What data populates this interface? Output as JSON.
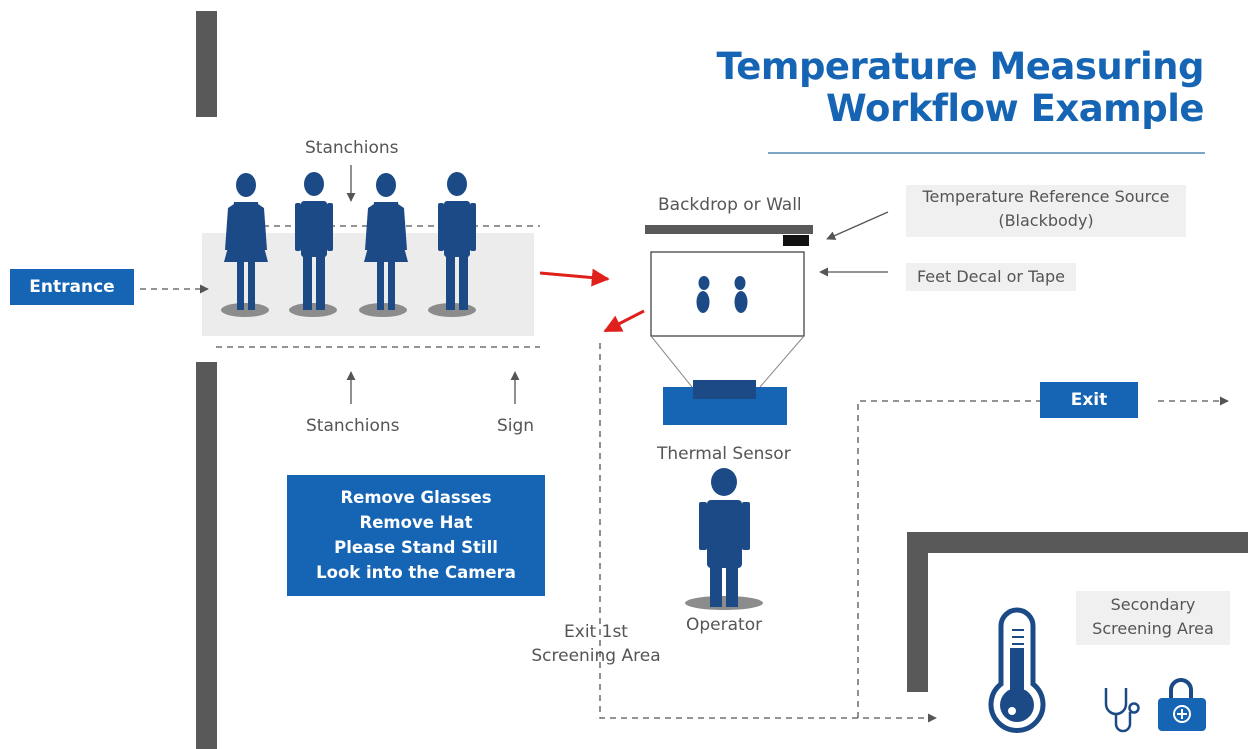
{
  "title": {
    "line1": "Temperature Measuring",
    "line2": "Workflow Example"
  },
  "labels": {
    "stanchions_top": "Stanchions",
    "stanchions_bottom": "Stanchions",
    "sign": "Sign",
    "entrance": "Entrance",
    "backdrop": "Backdrop or Wall",
    "reference_line1": "Temperature Reference Source",
    "reference_line2": "(Blackbody)",
    "feet": "Feet Decal or Tape",
    "thermal_sensor": "Thermal Sensor",
    "operator": "Operator",
    "exit": "Exit",
    "exit_first_line1": "Exit 1st",
    "exit_first_line2": "Screening Area",
    "secondary_line1": "Secondary",
    "secondary_line2": "Screening Area"
  },
  "sign_lines": [
    "Remove Glasses",
    "Remove Hat",
    "Please Stand Still",
    "Look into the Camera"
  ],
  "colors": {
    "brand_blue": "#1565b4",
    "figure_navy": "#1b4a86",
    "wall_gray": "#595959",
    "arrow_red": "#e0201b"
  },
  "icons": [
    "person-icon",
    "feet-icon",
    "thermometer-icon",
    "stethoscope-icon",
    "medical-kit-icon"
  ]
}
